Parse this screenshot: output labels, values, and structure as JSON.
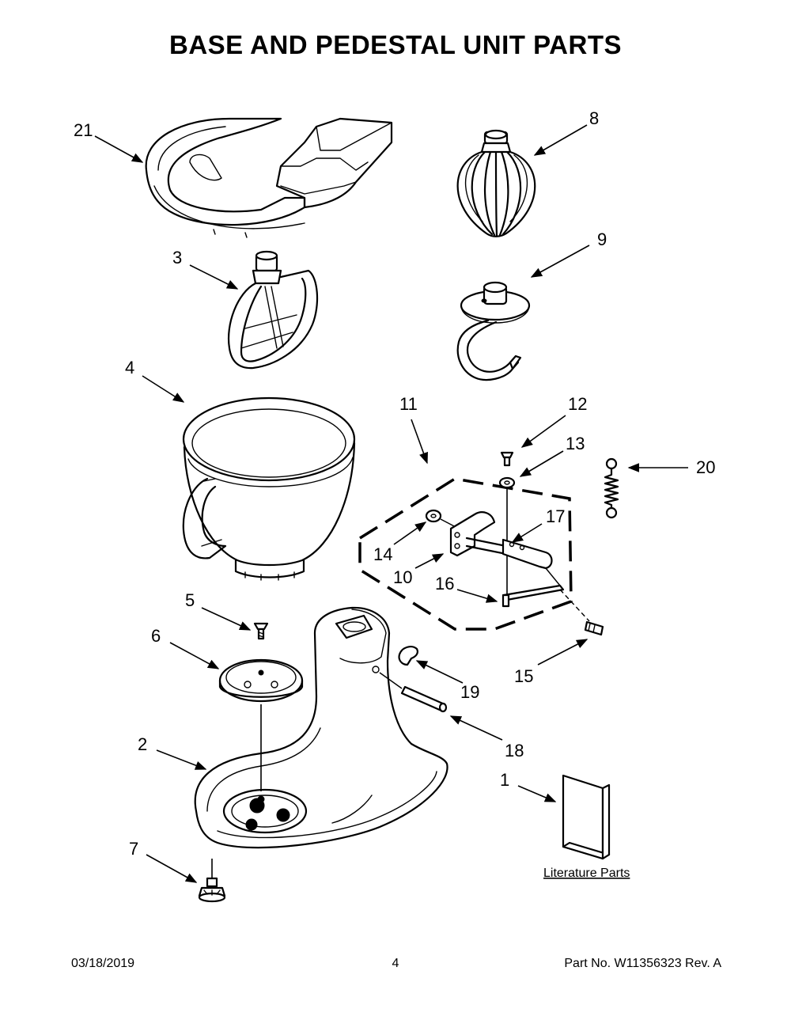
{
  "title": "BASE AND PEDESTAL UNIT PARTS",
  "callouts": {
    "p1": "1",
    "p2": "2",
    "p3": "3",
    "p4": "4",
    "p5": "5",
    "p6": "6",
    "p7": "7",
    "p8": "8",
    "p9": "9",
    "p10": "10",
    "p11": "11",
    "p12": "12",
    "p13": "13",
    "p14": "14",
    "p15": "15",
    "p16": "16",
    "p17": "17",
    "p18": "18",
    "p19": "19",
    "p20": "20",
    "p21": "21"
  },
  "literature_label": "Literature Parts",
  "footer": {
    "date": "03/18/2019",
    "page": "4",
    "part": "Part No.  W11356323  Rev.  A"
  }
}
